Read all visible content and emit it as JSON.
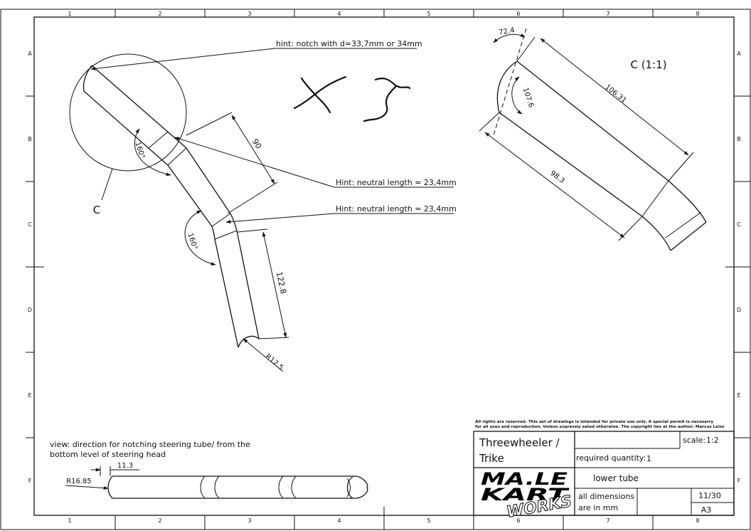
{
  "border": {
    "columns": [
      "1",
      "2",
      "3",
      "4",
      "5",
      "6",
      "7",
      "8"
    ],
    "rows": [
      "A",
      "B",
      "C",
      "D",
      "E",
      "F"
    ]
  },
  "main_view": {
    "hint_notch": "hint: notch with d=33,7mm or 34mm",
    "hint_neutral_1": "Hint:  neutral length = 23,4mm",
    "hint_neutral_2": "Hint:  neutral length = 23,4mm",
    "angle_1": "160°",
    "angle_2": "160°",
    "dim_90": "90",
    "dim_122_8": "122.8",
    "dim_r12_5": "R12.5",
    "detail_label": "C",
    "handwritten_quantity": "X 3"
  },
  "detail_view": {
    "title": "C (1:1)",
    "angle_72_4": "72.4",
    "angle_107_6": "107.6",
    "dim_106_31": "106.31",
    "dim_98_3": "98.3"
  },
  "notch_view": {
    "caption_line1": "view: direction for notching steering tube/ from the",
    "caption_line2": "bottom level of steering head",
    "dim_11_3": "11.3",
    "dim_r16_85": "R16.85"
  },
  "title_block": {
    "rights_line1": "All rights are reserved. This set of drawings is intended for private use only. A special permit is necesarry",
    "rights_line2": "for all uses and reproduction. Unless expressly sated otherwise. The copyright lies at the author: Marcus Leiss",
    "project_line1": "Threewheeler /",
    "project_line2": "Trike",
    "scale_label": "scale:",
    "scale_value": "1:2",
    "quantity_label": "required quantity:",
    "quantity_value": "1",
    "part_name": "lower tube",
    "dims_line1": "all dimensions",
    "dims_line2": "are in mm",
    "sheet": "11/30",
    "format": "A3",
    "logo_line1": "MA.LE",
    "logo_line2": "KART",
    "logo_line3": "WORKS"
  }
}
